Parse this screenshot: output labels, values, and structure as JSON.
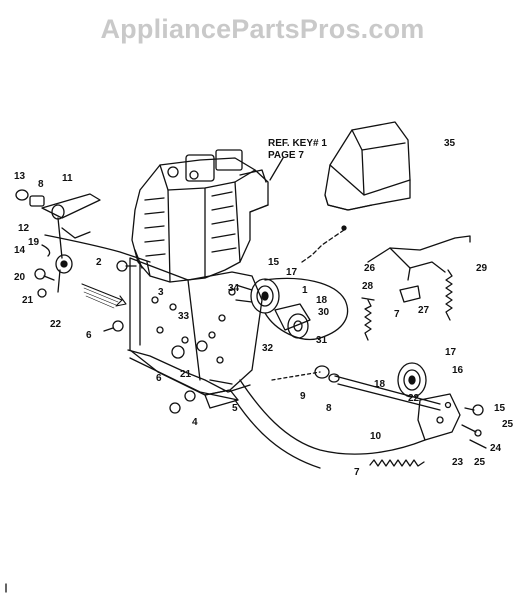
{
  "site": {
    "watermark": "AppliancePartsPros.com"
  },
  "reference": {
    "line1": "REF. KEY# 1",
    "line2": "PAGE  7"
  },
  "callouts": {
    "c35": "35",
    "c13": "13",
    "c8a": "8",
    "c11": "11",
    "c12": "12",
    "c14": "14",
    "c19": "19",
    "c20": "20",
    "c21a": "21",
    "c22a": "22",
    "c2": "2",
    "c3": "3",
    "c6a": "6",
    "c15a": "15",
    "c17a": "17",
    "c1": "1",
    "c18a": "18",
    "c30": "30",
    "c33": "33",
    "c34": "34",
    "c31": "31",
    "c32": "32",
    "c26": "26",
    "c28": "28",
    "c29": "29",
    "c27": "27",
    "c7a": "7",
    "c6b": "6",
    "c21b": "21",
    "c5": "5",
    "c4": "4",
    "c9": "9",
    "c8b": "8",
    "c18b": "18",
    "c17b": "17",
    "c16": "16",
    "c22b": "22",
    "c15b": "15",
    "c25a": "25",
    "c10": "10",
    "c23": "23",
    "c24": "24",
    "c25b": "25",
    "c7b": "7"
  }
}
